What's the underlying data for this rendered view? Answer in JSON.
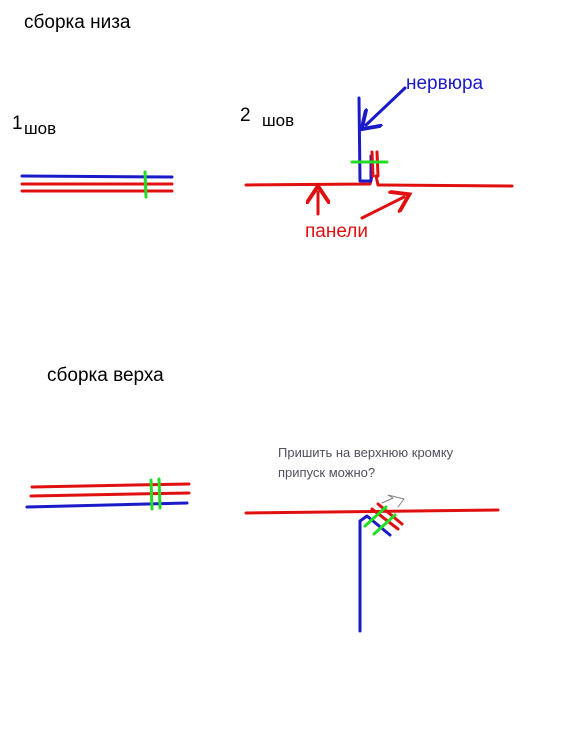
{
  "labels": {
    "title_bottom": "сборка низа",
    "title_top": "сборка верха",
    "seam1_number": "1",
    "seam1_word": "шов",
    "seam2_number": "2",
    "seam2_word": "шов",
    "rib": "нервюра",
    "panels": "панели",
    "question_line1": "Пришить на верхнюю кромку",
    "question_line2": "припуск можно?"
  },
  "colors": {
    "panel": "#e01010",
    "rib": "#1a1ac8",
    "stitch": "#22dd22",
    "question_text": "#505060"
  }
}
